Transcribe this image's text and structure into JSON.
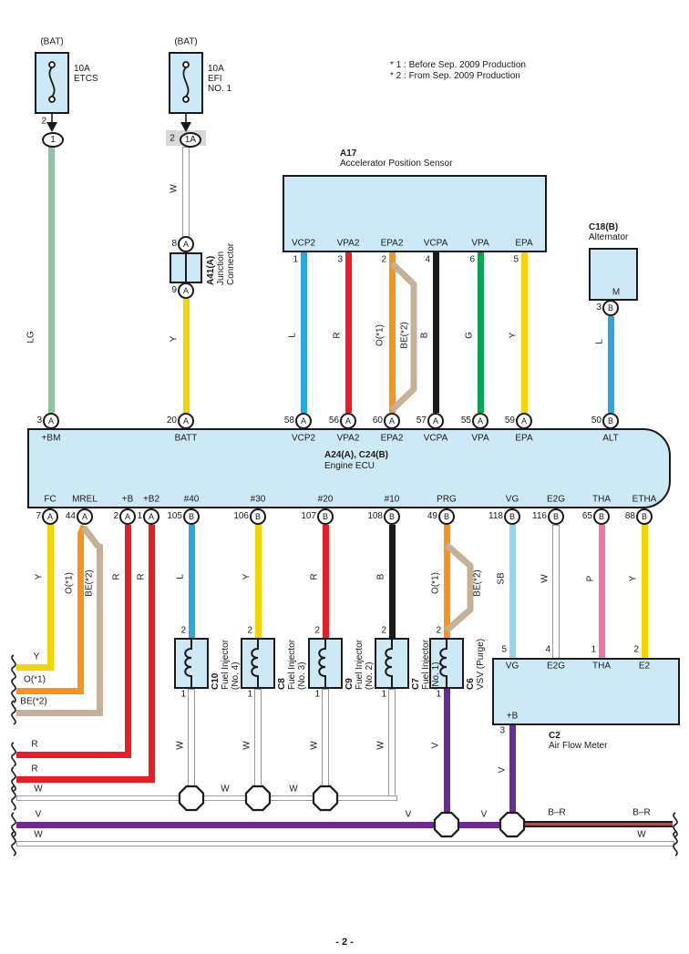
{
  "page_number": "- 2 -",
  "legend": {
    "line1": "* 1 : Before Sep.  2009 Production",
    "line2": "* 2 : From Sep.  2009 Production"
  },
  "fuse_etcs": {
    "bat": "(BAT)",
    "rating": "10A",
    "name": "ETCS",
    "pin": "2",
    "connector": "1"
  },
  "fuse_efi": {
    "bat": "(BAT)",
    "rating": "10A",
    "name": "EFI",
    "name2": "NO. 1",
    "pin": "2",
    "connector": "1A"
  },
  "junction": {
    "id": "A41(A)",
    "name1": "Junction",
    "name2": "Connector",
    "pin_top_num": "8",
    "pin_top_letter": "A",
    "pin_bot_num": "9",
    "pin_bot_letter": "A"
  },
  "a17": {
    "id": "A17",
    "name": "Accelerator Position Sensor",
    "pins": [
      {
        "label": "VCP2",
        "num": "1"
      },
      {
        "label": "VPA2",
        "num": "3"
      },
      {
        "label": "EPA2",
        "num": "2"
      },
      {
        "label": "VCPA",
        "num": "4"
      },
      {
        "label": "VPA",
        "num": "6"
      },
      {
        "label": "EPA",
        "num": "5"
      }
    ]
  },
  "alternator": {
    "id": "C18(B)",
    "name": "Alternator",
    "terminal": "M",
    "pin_num": "3",
    "pin_letter": "B"
  },
  "ecu": {
    "id": "A24(A), C24(B)",
    "name": "Engine ECU",
    "top_pins": [
      {
        "num": "3",
        "letter": "A",
        "label": "+BM"
      },
      {
        "num": "20",
        "letter": "A",
        "label": "BATT"
      },
      {
        "num": "58",
        "letter": "A",
        "label": "VCP2"
      },
      {
        "num": "56",
        "letter": "A",
        "label": "VPA2"
      },
      {
        "num": "60",
        "letter": "A",
        "label": "EPA2"
      },
      {
        "num": "57",
        "letter": "A",
        "label": "VCPA"
      },
      {
        "num": "55",
        "letter": "A",
        "label": "VPA"
      },
      {
        "num": "59",
        "letter": "A",
        "label": "EPA"
      },
      {
        "num": "50",
        "letter": "B",
        "label": "ALT"
      }
    ],
    "bottom_pins": [
      {
        "num": "7",
        "letter": "A",
        "label": "FC"
      },
      {
        "num": "44",
        "letter": "A",
        "label": "MREL"
      },
      {
        "num": "2",
        "letter": "A",
        "label": "+B"
      },
      {
        "num": "1",
        "letter": "A",
        "label": "+B2"
      },
      {
        "num": "105",
        "letter": "B",
        "label": "#40"
      },
      {
        "num": "106",
        "letter": "B",
        "label": "#30"
      },
      {
        "num": "107",
        "letter": "B",
        "label": "#20"
      },
      {
        "num": "108",
        "letter": "B",
        "label": "#10"
      },
      {
        "num": "49",
        "letter": "B",
        "label": "PRG"
      },
      {
        "num": "118",
        "letter": "B",
        "label": "VG"
      },
      {
        "num": "116",
        "letter": "B",
        "label": "E2G"
      },
      {
        "num": "65",
        "letter": "B",
        "label": "THA"
      },
      {
        "num": "88",
        "letter": "B",
        "label": "ETHA"
      }
    ]
  },
  "injectors": [
    {
      "id": "C10",
      "name": "Fuel Injector",
      "sub": "(No. 4)",
      "pin_top": "2",
      "pin_bot": "1"
    },
    {
      "id": "C8",
      "name": "Fuel Injector",
      "sub": "(No. 3)",
      "pin_top": "2",
      "pin_bot": "1"
    },
    {
      "id": "C9",
      "name": "Fuel Injector",
      "sub": "(No. 2)",
      "pin_top": "2",
      "pin_bot": "1"
    },
    {
      "id": "C7",
      "name": "Fuel Injector",
      "sub": "(No. 1)",
      "pin_top": "2",
      "pin_bot": "1"
    },
    {
      "id": "C6",
      "name": "VSV (Purge)",
      "sub": "",
      "pin_top": "2",
      "pin_bot": "1"
    }
  ],
  "air_flow_meter": {
    "id": "C2",
    "name": "Air Flow Meter",
    "plus_b": "+B",
    "pin_bot": "3",
    "top_pins": [
      {
        "label": "VG",
        "num": "5"
      },
      {
        "label": "E2G",
        "num": "4"
      },
      {
        "label": "THA",
        "num": "1"
      },
      {
        "label": "E2",
        "num": "2"
      }
    ]
  },
  "wire_labels": {
    "vertical": [
      "LG",
      "W",
      "Y",
      "L",
      "R",
      "O(*1)",
      "BE(*2)",
      "B",
      "G",
      "Y",
      "L",
      "Y",
      "O(*1)",
      "BE(*2)",
      "R",
      "R",
      "L",
      "Y",
      "R",
      "B",
      "O(*1)",
      "BE(*2)",
      "SB",
      "W",
      "P",
      "Y",
      "W",
      "W",
      "W",
      "W",
      "V",
      "V"
    ],
    "horizontal": [
      "Y",
      "O(*1)",
      "BE(*2)",
      "R",
      "R",
      "W",
      "W",
      "W",
      "V",
      "V",
      "V",
      "B–R",
      "B–R",
      "W",
      "W"
    ]
  },
  "colors": {
    "component_fill": "#cde9f6",
    "border": "#1a1a1a",
    "LG": "#8cc7a0",
    "Y": "#f6d400",
    "L": "#2aa7e0",
    "R": "#ec1b24",
    "O": "#f7941e",
    "BE": "#c4b197",
    "B": "#1a1a1a",
    "G": "#00a551",
    "SB": "#8ed8f2",
    "P": "#f075a8",
    "V": "#6a2c90",
    "W": "#ffffff",
    "BR_stripe": "#e03a3a"
  }
}
